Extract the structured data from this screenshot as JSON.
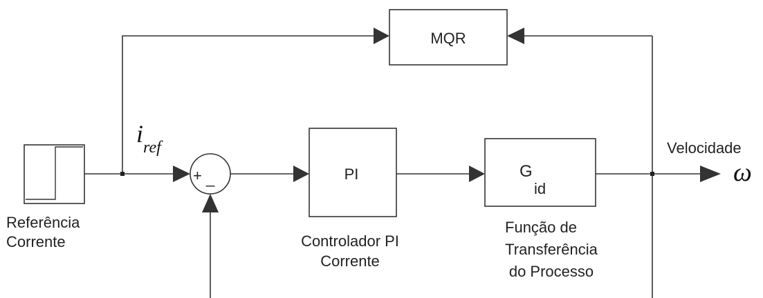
{
  "blocks": {
    "mqr": "MQR",
    "pi": "PI",
    "gid_main": "G",
    "gid_sub": "id"
  },
  "labels": {
    "source_line1": "Referência",
    "source_line2": "Corrente",
    "pi_line1": "Controlador PI",
    "pi_line2": "Corrente",
    "process_line1": "Função de",
    "process_line2": "Transferência",
    "process_line3": "do Processo",
    "output_name": "Velocidade"
  },
  "symbols": {
    "iref_main": "i",
    "iref_sub": "ref",
    "omega": "ω",
    "sum_plus": "+",
    "sum_minus": "_"
  }
}
